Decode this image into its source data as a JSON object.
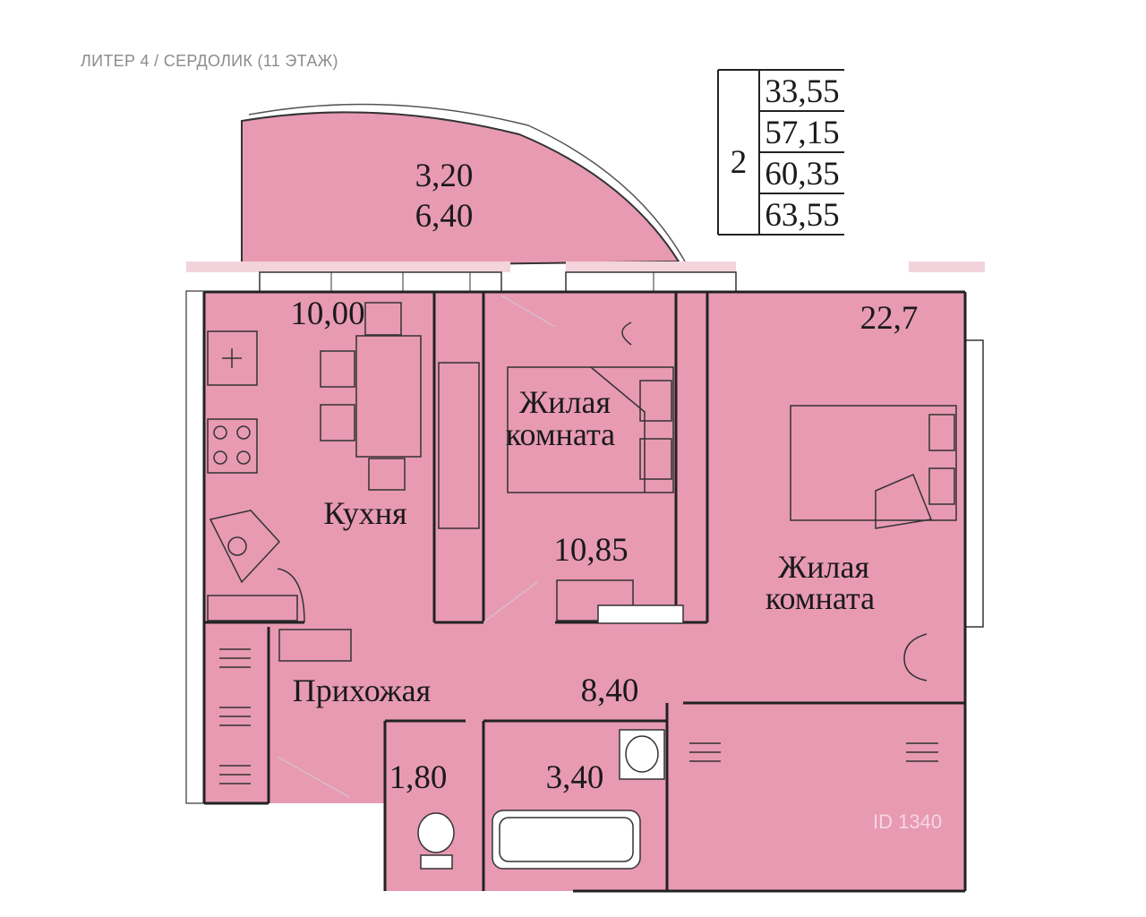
{
  "caption": "ЛИТЕР 4 / СЕРДОЛИК (11 ЭТАЖ)",
  "summary": {
    "rooms": "2",
    "areas": [
      "33,55",
      "57,15",
      "60,35",
      "63,55"
    ]
  },
  "balcony": {
    "area_1": "3,20",
    "area_2": "6,40"
  },
  "rooms": {
    "kitchen": {
      "area": "10,00",
      "name": "Кухня"
    },
    "bedroom_small": {
      "area": "10,85",
      "name_line1": "Жилая",
      "name_line2": "комната"
    },
    "bedroom_large": {
      "area": "22,7",
      "name_line1": "Жилая",
      "name_line2": "комната"
    },
    "hall": {
      "area": "8,40",
      "name": "Прихожая"
    },
    "toilet": {
      "area": "1,80"
    },
    "bathroom": {
      "area": "3,40"
    }
  },
  "watermark": "ID 1340",
  "colors": {
    "room_fill": "#e89ab3",
    "wall": "#222222",
    "window": "#f0c8d0"
  }
}
